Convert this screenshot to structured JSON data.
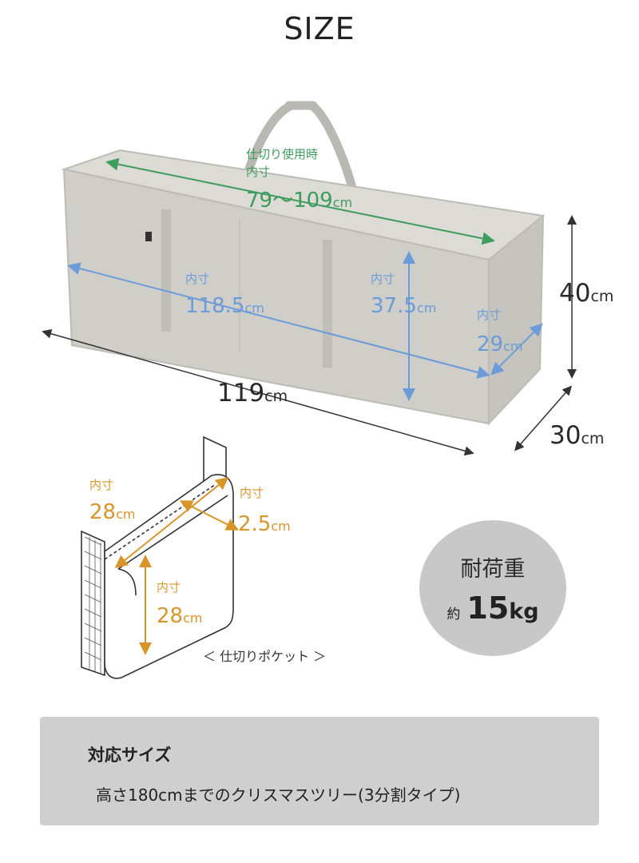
{
  "title": "SIZE",
  "bag": {
    "partition_inner": {
      "caption": "仕切り使用時",
      "inner": "内寸",
      "value": "79～109",
      "unit": "cm"
    },
    "inner_length": {
      "inner": "内寸",
      "value": "118.5",
      "unit": "cm"
    },
    "inner_height": {
      "inner": "内寸",
      "value": "37.5",
      "unit": "cm"
    },
    "inner_depth": {
      "inner": "内寸",
      "value": "29",
      "unit": "cm"
    },
    "outer_length": {
      "value": "119",
      "unit": "cm"
    },
    "outer_height": {
      "value": "40",
      "unit": "cm"
    },
    "outer_depth": {
      "value": "30",
      "unit": "cm"
    }
  },
  "pocket": {
    "width": {
      "inner": "内寸",
      "value": "28",
      "unit": "cm"
    },
    "thickness": {
      "inner": "内寸",
      "value": "2.5",
      "unit": "cm"
    },
    "height": {
      "inner": "内寸",
      "value": "28",
      "unit": "cm"
    },
    "caption": "＜ 仕切りポケット ＞"
  },
  "load": {
    "title": "耐荷重",
    "approx": "約",
    "value": "15",
    "unit": "kg"
  },
  "compat": {
    "heading": "対応サイズ",
    "body": "高さ180cmまでのクリスマスツリー(3分割タイプ)"
  },
  "colors": {
    "green": "#3f9b5e",
    "blue": "#6b9bd8",
    "orange": "#d8962a",
    "bag": "#d2d1cc",
    "panel": "#cfcfcf"
  }
}
